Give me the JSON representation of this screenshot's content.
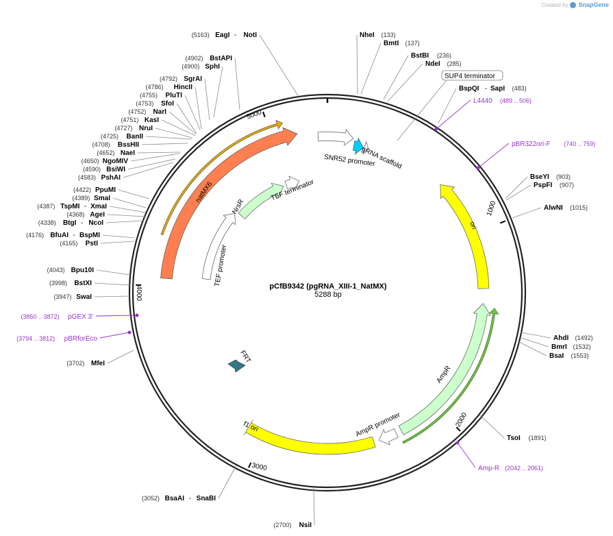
{
  "brand": {
    "created_by": "Created by",
    "name": "SnapGene"
  },
  "plasmid": {
    "name": "pCfB9342 (pgRNA_XIII-1_NatMX)",
    "size": "5288 bp",
    "length": 5288
  },
  "colors": {
    "ring": "#222222",
    "enzyme": "#000000",
    "position": "#333333",
    "primer": "#9933cc",
    "leader": "#888888",
    "ori": "#ffff00",
    "natMX6": "#ff7f50",
    "nrsr": "#ccffcc",
    "ampr": "#ccffcc",
    "promoter": "#ffffff",
    "grna": "#00ccff",
    "frt": "#337788",
    "gold": "#e8a800",
    "green": "#66cc33"
  },
  "ticks": [
    {
      "label": "1000",
      "bp": 1000
    },
    {
      "label": "2000",
      "bp": 2000
    },
    {
      "label": "3000",
      "bp": 3000
    },
    {
      "label": "4000",
      "bp": 4000
    },
    {
      "label": "5000",
      "bp": 5000
    }
  ],
  "enzymes": [
    {
      "name": "NheI",
      "pos": "(133)"
    },
    {
      "name": "BmtI",
      "pos": "(137)"
    },
    {
      "name": "BstBI",
      "pos": "(236)"
    },
    {
      "name": "NdeI",
      "pos": "(285)"
    },
    {
      "name": "BspQI",
      "name2": "SapI",
      "pos": "(483)"
    },
    {
      "name": "BseYI",
      "pos": "(903)"
    },
    {
      "name": "PspFI",
      "pos": "(907)"
    },
    {
      "name": "AlwNI",
      "pos": "(1015)"
    },
    {
      "name": "AhdI",
      "pos": "(1492)"
    },
    {
      "name": "BmrI",
      "pos": "(1532)"
    },
    {
      "name": "BsaI",
      "pos": "(1553)"
    },
    {
      "name": "TsoI",
      "pos": "(1891)"
    },
    {
      "name": "NsiI",
      "pos": "(2700)"
    },
    {
      "name": "BsaAI",
      "name2": "SnaBI",
      "pos": "(3052)"
    },
    {
      "name": "MfeI",
      "pos": "(3702)"
    },
    {
      "name": "SwaI",
      "pos": "(3947)"
    },
    {
      "name": "BstXI",
      "pos": "(3998)"
    },
    {
      "name": "Bpu10I",
      "pos": "(4043)"
    },
    {
      "name": "PstI",
      "pos": "(4165)"
    },
    {
      "name": "BfuAI",
      "name2": "BspMI",
      "pos": "(4176)"
    },
    {
      "name": "BtgI",
      "name2": "NcoI",
      "pos": "(4338)"
    },
    {
      "name": "AgeI",
      "pos": "(4368)"
    },
    {
      "name": "TspMI",
      "name2": "XmaI",
      "pos": "(4387)"
    },
    {
      "name": "SmaI",
      "pos": "(4389)"
    },
    {
      "name": "PpuMI",
      "pos": "(4422)"
    },
    {
      "name": "PshAI",
      "pos": "(4583)"
    },
    {
      "name": "BsiWI",
      "pos": "(4590)"
    },
    {
      "name": "NgoMIV",
      "pos": "(4650)"
    },
    {
      "name": "NaeI",
      "pos": "(4652)"
    },
    {
      "name": "BssHII",
      "pos": "(4708)"
    },
    {
      "name": "BanII",
      "pos": "(4725)"
    },
    {
      "name": "NruI",
      "pos": "(4727)"
    },
    {
      "name": "KasI",
      "pos": "(4751)"
    },
    {
      "name": "NarI",
      "pos": "(4752)"
    },
    {
      "name": "SfoI",
      "pos": "(4753)"
    },
    {
      "name": "PluTI",
      "pos": "(4755)"
    },
    {
      "name": "HincII",
      "pos": "(4786)"
    },
    {
      "name": "SgrAI",
      "pos": "(4792)"
    },
    {
      "name": "SphI",
      "pos": "(4900)"
    },
    {
      "name": "BstAPI",
      "pos": "(4902)"
    },
    {
      "name": "EagI",
      "name2": "NotI",
      "pos": "(5163)"
    }
  ],
  "primers": [
    {
      "name": "L4440",
      "range": "(489 .. 506)"
    },
    {
      "name": "pBR322ori-F",
      "range": "(740 .. 759)"
    },
    {
      "name": "Amp-R",
      "range": "(2042 .. 2061)"
    },
    {
      "name": "pGEX 3'",
      "range": "(3850 .. 3872)"
    },
    {
      "name": "pBRforEco",
      "range": "(3794 .. 3812)"
    }
  ],
  "features": [
    {
      "name": "SNR52 promoter"
    },
    {
      "name": "gRNA scaffold"
    },
    {
      "name": "SUP4 terminator"
    },
    {
      "name": "ori"
    },
    {
      "name": "AmpR"
    },
    {
      "name": "AmpR promoter"
    },
    {
      "name": "f1 ori"
    },
    {
      "name": "FRT"
    },
    {
      "name": "natMX6"
    },
    {
      "name": "NrsR"
    },
    {
      "name": "TEF promoter"
    },
    {
      "name": "TEF terminator"
    }
  ]
}
